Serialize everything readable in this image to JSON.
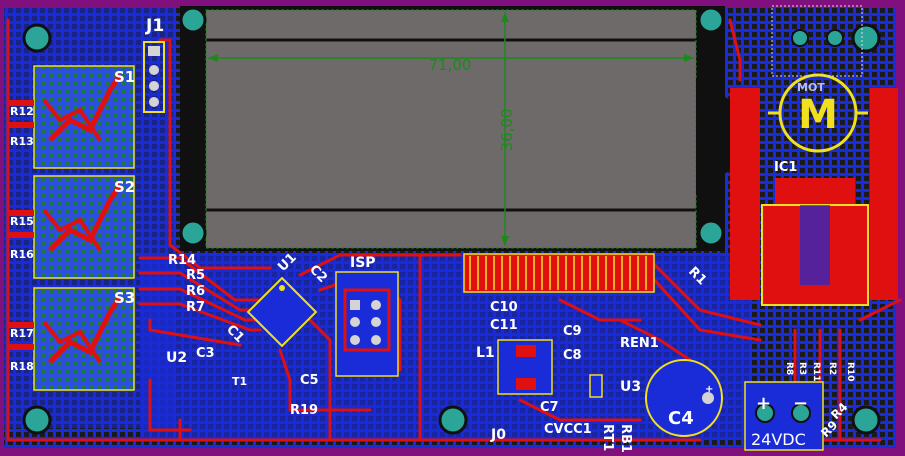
{
  "designators": {
    "j1": "J1",
    "s1": "S1",
    "s2": "S2",
    "s3": "S3",
    "r12": "R12",
    "r13": "R13",
    "r15": "R15",
    "r16": "R16",
    "r17": "R17",
    "r18": "R18",
    "r14": "R14",
    "r5": "R5",
    "r6": "R6",
    "r7": "R7",
    "u1": "U1",
    "c1": "C1",
    "c2": "C2",
    "isp": "ISP",
    "u2": "U2",
    "c3": "C3",
    "t1": "T1",
    "c5": "C5",
    "r19": "R19",
    "c10": "C10",
    "c11": "C11",
    "c9": "C9",
    "c8": "C8",
    "ren1": "REN1",
    "l1": "L1",
    "u3": "U3",
    "c7": "C7",
    "cvcc1": "CVCC1",
    "rt1": "RT1",
    "rb1": "RB1",
    "j0": "J0",
    "c4": "C4",
    "r1": "R1",
    "ic1": "IC1",
    "mot": "MOT",
    "r8": "R8",
    "r3": "R3",
    "r11": "R11",
    "r2": "R2",
    "r10": "R10",
    "r4": "R4",
    "r9": "R9",
    "motor_symbol": "M",
    "conn_label": "24VDC",
    "plus": "+",
    "minus": "−",
    "polarity_plus": "+"
  },
  "dimensions": {
    "width": "71,00",
    "height": "36,00"
  },
  "colors": {
    "board_edge": "#80107e",
    "copper_pour": "#1a2bd8",
    "track": "#e01010",
    "silkscreen": "#f0e020",
    "display_body": "#6e6a6a",
    "display_border": "#101010",
    "dimension": "#1b8a1b",
    "mounting_hole": "#2aa598",
    "pad": "#d4d4d4"
  }
}
